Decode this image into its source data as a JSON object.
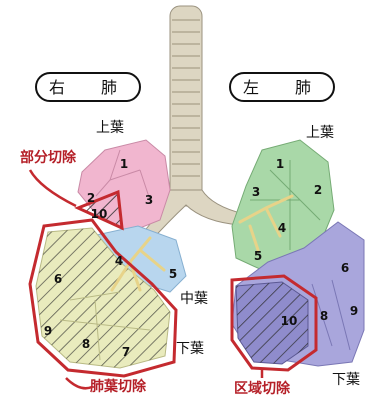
{
  "header": {
    "right_lung": "右　肺",
    "left_lung": "左　肺"
  },
  "lobes": {
    "right_upper": "上葉",
    "left_upper": "上葉",
    "middle": "中葉",
    "right_lower": "下葉",
    "left_lower": "下葉"
  },
  "procedures": {
    "partial": "部分切除",
    "lobectomy": "肺葉切除",
    "segmentectomy": "区域切除"
  },
  "segments": {
    "r1": "1",
    "r2": "2",
    "r3": "3",
    "r4": "4",
    "r5": "5",
    "r6": "6",
    "r7": "7",
    "r8": "8",
    "r9": "9",
    "r10": "10",
    "l3": "3",
    "l4": "4",
    "l5": "5",
    "l1": "1",
    "l2": "2",
    "l6": "6",
    "l8": "8",
    "l9": "9",
    "l10": "10"
  },
  "colors": {
    "right_upper": "#f1b6cf",
    "middle": "#b8d6ee",
    "right_lower": "#e9ebbd",
    "left_upper": "#a9d8a8",
    "left_lower": "#a9a6dc",
    "trachea": "#ddd6c2",
    "highlight": "#c42a2f"
  }
}
